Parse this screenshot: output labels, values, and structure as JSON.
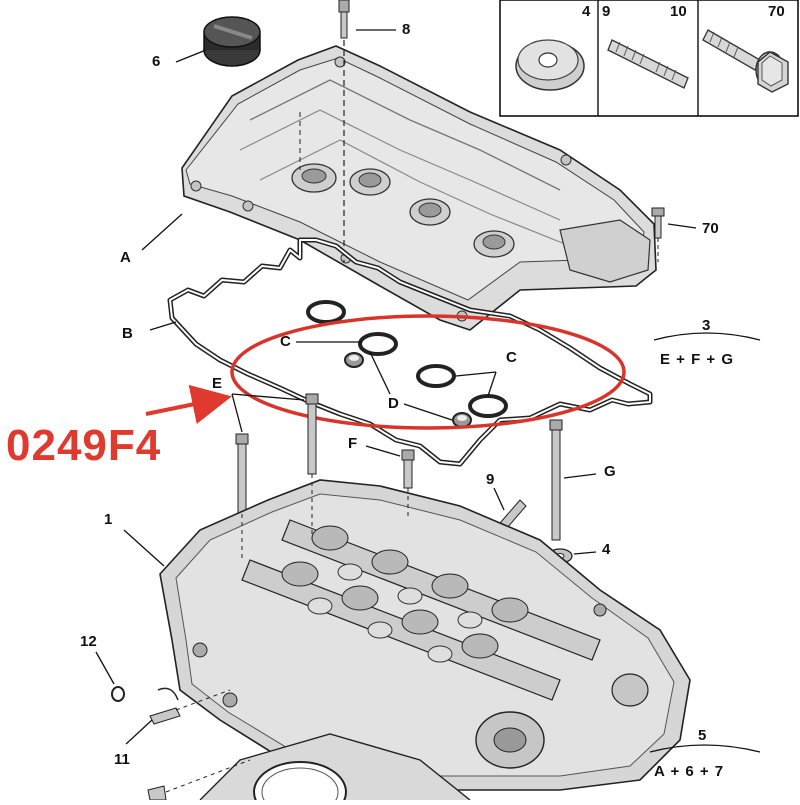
{
  "reference_code": "0249F4",
  "highlight_color": "#e03a2f",
  "inset_box": {
    "items": [
      {
        "number": "4",
        "icon": "washer-icon"
      },
      {
        "number": "9",
        "icon": "stud-icon"
      },
      {
        "number": "10",
        "icon": "stud-label"
      },
      {
        "number": "70",
        "icon": "flange-bolt-icon"
      }
    ]
  },
  "callouts": {
    "part_6": "6",
    "part_8": "8",
    "part_70": "70",
    "part_A": "A",
    "part_B": "B",
    "part_C_left": "C",
    "part_C_right": "C",
    "part_D": "D",
    "part_E": "E",
    "part_F": "F",
    "part_G": "G",
    "part_9": "9",
    "part_4": "4",
    "part_1": "1",
    "part_12": "12",
    "part_11": "11"
  },
  "kits": [
    {
      "number": "3",
      "formula": "E + F + G"
    },
    {
      "number": "5",
      "formula": "A + 6 + 7"
    }
  ]
}
